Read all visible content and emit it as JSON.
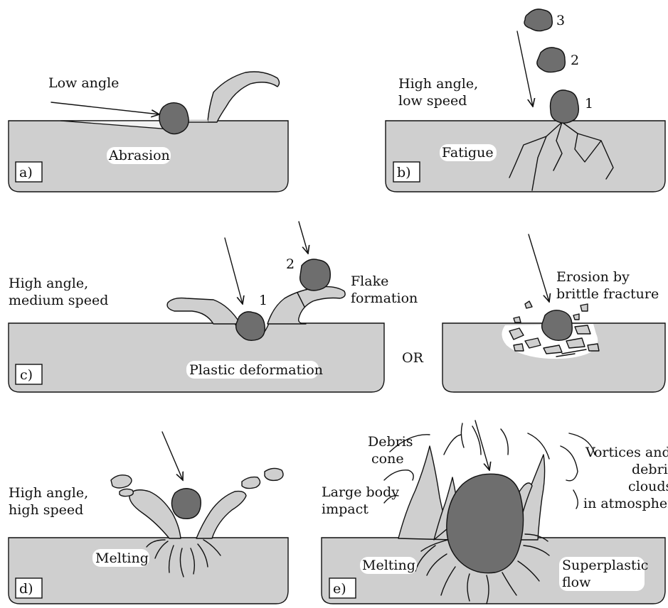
{
  "panels": {
    "a": {
      "tag": "a)",
      "angle": "Low angle",
      "mechanism": "Abrasion"
    },
    "b": {
      "tag": "b)",
      "angle_line1": "High angle,",
      "angle_line2": "low speed",
      "mechanism": "Fatigue",
      "n1": "1",
      "n2": "2",
      "n3": "3"
    },
    "c": {
      "tag": "c)",
      "angle_line1": "High angle,",
      "angle_line2": "medium speed",
      "mechanism": "Plastic deformation",
      "flake_line1": "Flake",
      "flake_line2": "formation",
      "n1": "1",
      "n2": "2"
    },
    "c_alt": {
      "or": "OR",
      "erosion_line1": "Erosion by",
      "erosion_line2": "brittle fracture"
    },
    "d": {
      "tag": "d)",
      "angle_line1": "High angle,",
      "angle_line2": "high speed",
      "mechanism": "Melting"
    },
    "e": {
      "tag": "e)",
      "debris_line1": "Debris",
      "debris_line2": "cone",
      "large_line1": "Large body",
      "large_line2": "impact",
      "vortex_line1": "Vortices and",
      "vortex_line2": "debris",
      "vortex_line3": "clouds",
      "vortex_line4": "in atmosphere",
      "melting": "Melting",
      "super_line1": "Superplastic",
      "super_line2": "flow"
    }
  }
}
